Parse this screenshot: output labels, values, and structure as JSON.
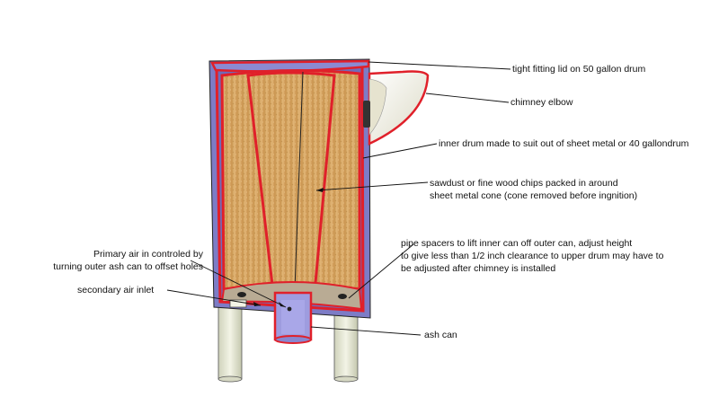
{
  "labels": {
    "lid": [
      "tight fitting lid on 50 gallon drum"
    ],
    "elbow": [
      "chimney elbow"
    ],
    "inner_drum": [
      "inner drum made to suit out of sheet metal or 40 gallondrum"
    ],
    "sawdust": [
      "sawdust or fine wood chips packed in around",
      "sheet metal cone (cone removed before ingnition)"
    ],
    "spacers": [
      "pipe spacers to lift inner can off outer can,  adjust height",
      "to give less than 1/2 inch clearance to upper drum may have to",
      "be adjusted after chimney is installed"
    ],
    "primary_air": [
      "Primary air in controled by",
      "turning outer ash can to offset holes"
    ],
    "secondary_air": [
      "secondary air inlet"
    ],
    "ash_can": [
      "ash can"
    ]
  },
  "colors": {
    "outline_red": "#e0202a",
    "drum_blue": "#7d7cc6",
    "sawdust": "#d9a968",
    "elbow": "#f1f0e2",
    "legs": "#e6e8d4",
    "floor": "#b9ab94"
  }
}
